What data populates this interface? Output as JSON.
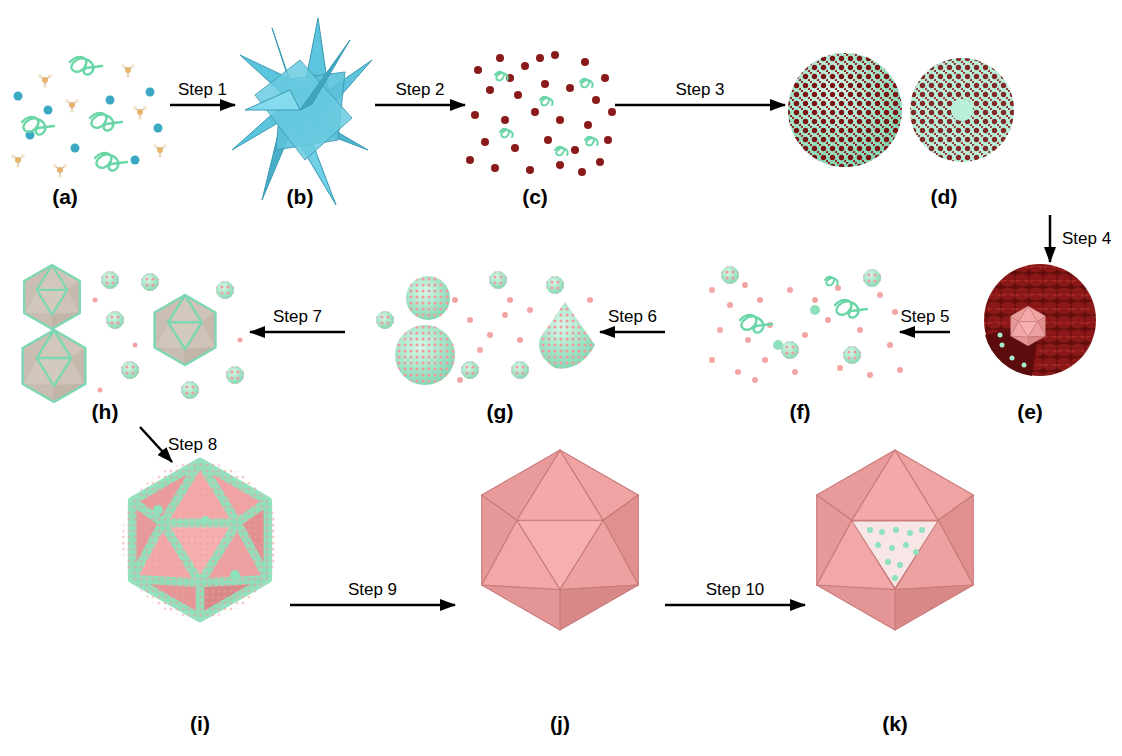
{
  "diagram": {
    "nodes": [
      {
        "text": [
          "(a)"
        ]
      },
      {
        "text": [
          "(b)"
        ]
      },
      {
        "text": [
          "(c)"
        ]
      },
      {
        "text": [
          "(d)"
        ]
      },
      {
        "text": [
          "(e)"
        ]
      },
      {
        "text": [
          "(f)"
        ]
      },
      {
        "text": [
          "(g)"
        ]
      },
      {
        "text": [
          "(h)"
        ]
      },
      {
        "text": [
          "(i)"
        ]
      },
      {
        "text": [
          "(j)"
        ]
      },
      {
        "text": [
          "(k)"
        ]
      }
    ],
    "edges": [
      {
        "from": 0,
        "to": 1,
        "arrow": "to",
        "label": "Step 1"
      },
      {
        "from": 1,
        "to": 2,
        "arrow": "to",
        "label": "Step 2"
      },
      {
        "from": 2,
        "to": 3,
        "arrow": "to",
        "label": "Step 3"
      },
      {
        "from": 3,
        "to": 4,
        "arrow": "to",
        "label": "Step 4"
      },
      {
        "from": 4,
        "to": 5,
        "arrow": "to",
        "label": "Step 5"
      },
      {
        "from": 5,
        "to": 6,
        "arrow": "to",
        "label": "Step 6"
      },
      {
        "from": 6,
        "to": 7,
        "arrow": "to",
        "label": "Step 7"
      },
      {
        "from": 7,
        "to": 8,
        "arrow": "to",
        "label": "Step 8"
      },
      {
        "from": 8,
        "to": 9,
        "arrow": "to",
        "label": "Step 9"
      },
      {
        "from": 9,
        "to": 10,
        "arrow": "to",
        "label": "Step 10"
      }
    ]
  }
}
